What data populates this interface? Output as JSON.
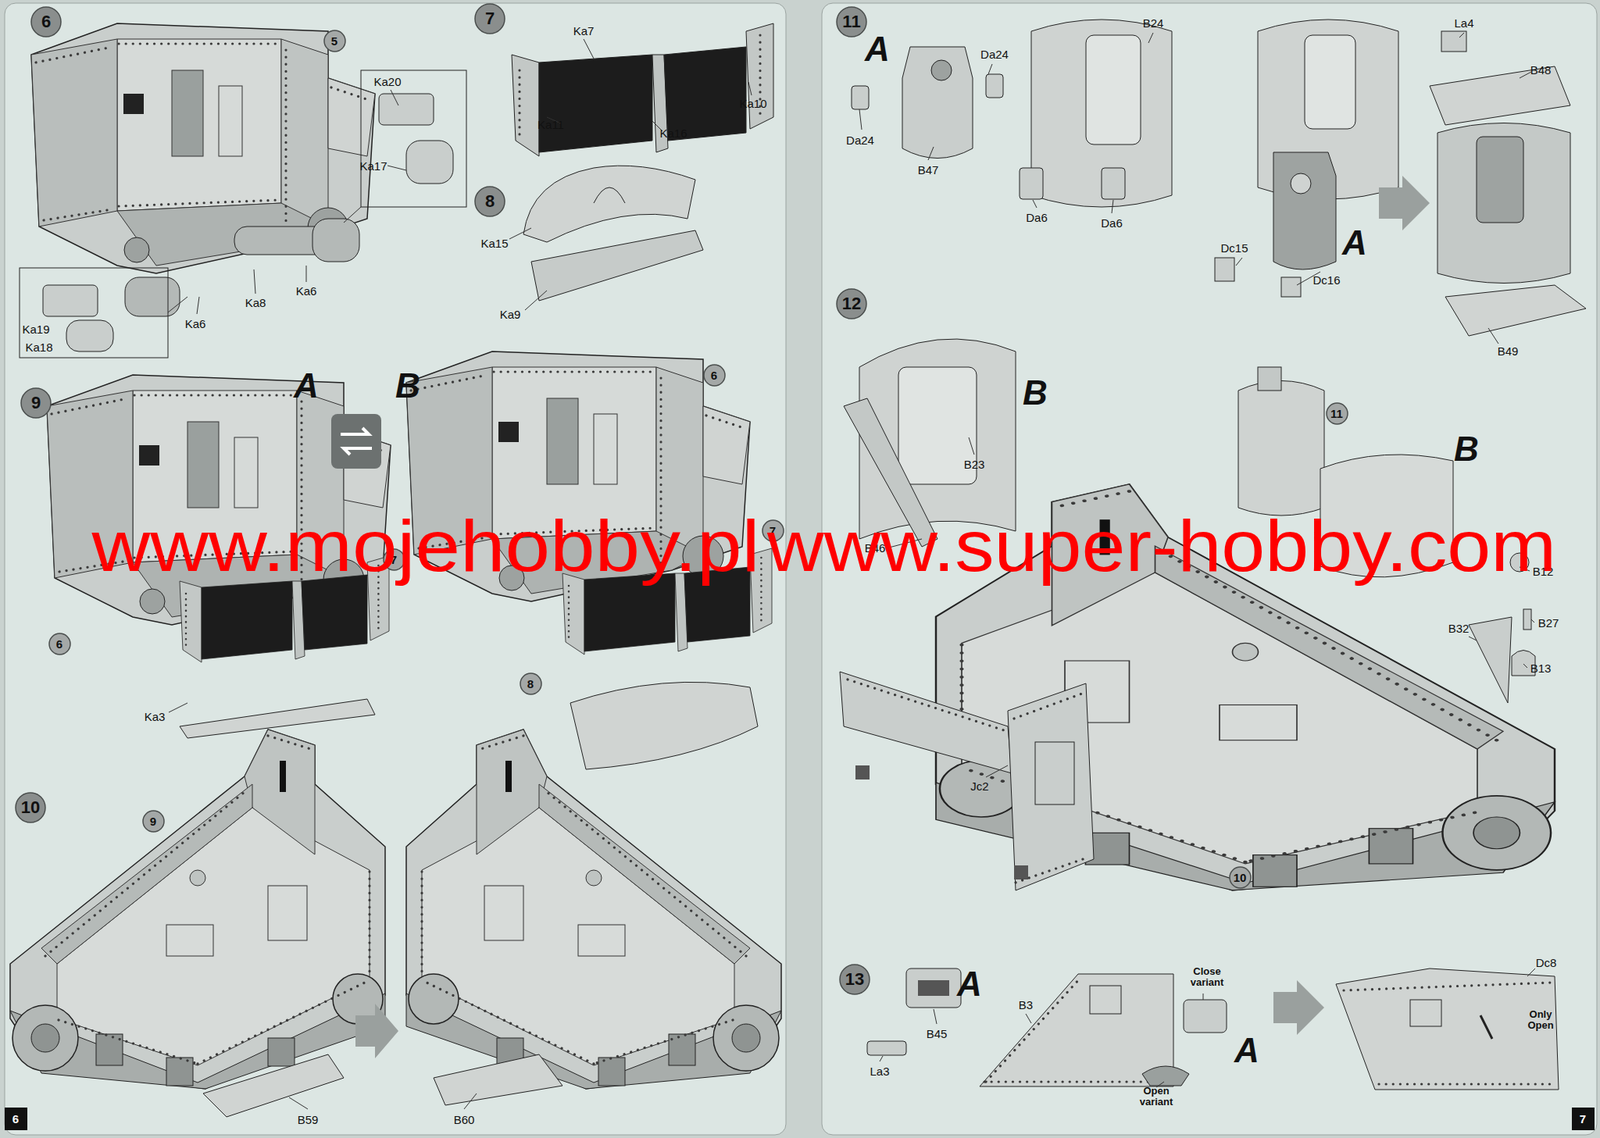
{
  "diagram": {
    "nodes": [
      {
        "text": [
          "6"
        ]
      },
      {
        "text": [
          "5"
        ]
      },
      {
        "text": [
          "7"
        ]
      },
      {
        "text": [
          "8"
        ]
      },
      {
        "text": [
          "9"
        ]
      },
      {
        "text": [
          "6"
        ]
      },
      {
        "text": [
          "7"
        ]
      },
      {
        "text": [
          "6"
        ]
      },
      {
        "text": [
          "7"
        ]
      },
      {
        "text": [
          "8"
        ]
      },
      {
        "text": [
          "10"
        ]
      },
      {
        "text": [
          "9"
        ]
      },
      {
        "text": [
          "11"
        ]
      },
      {
        "text": [
          "12"
        ]
      },
      {
        "text": [
          "11"
        ]
      },
      {
        "text": [
          "10"
        ]
      },
      {
        "text": [
          "13"
        ]
      },
      {
        "text": [
          "6"
        ]
      },
      {
        "text": [
          "7"
        ]
      }
    ],
    "labels": [
      "Ka20",
      "Ka17",
      "Ka8",
      "Ka6",
      "Ka6",
      "Ka19",
      "Ka18",
      "Ka7",
      "Ka11",
      "Ka16",
      "Ka10",
      "Ka15",
      "Ka9",
      "A",
      "B",
      "Ka3",
      "B59",
      "B60",
      "A",
      "Da24",
      "Da24",
      "B47",
      "B24",
      "Da6",
      "Da6",
      "La4",
      "B48",
      "A",
      "Dc15",
      "Dc16",
      "B49",
      "B",
      "B23",
      "B",
      "B46",
      "B12",
      "B27",
      "B32",
      "B13",
      "Jc2",
      "A",
      "B45",
      "La3",
      "B3",
      "Close variant",
      "Open variant",
      "A",
      "Dc8",
      "Only Open",
      "www.mojehobby.pl",
      "www.super-hobby.com"
    ]
  }
}
